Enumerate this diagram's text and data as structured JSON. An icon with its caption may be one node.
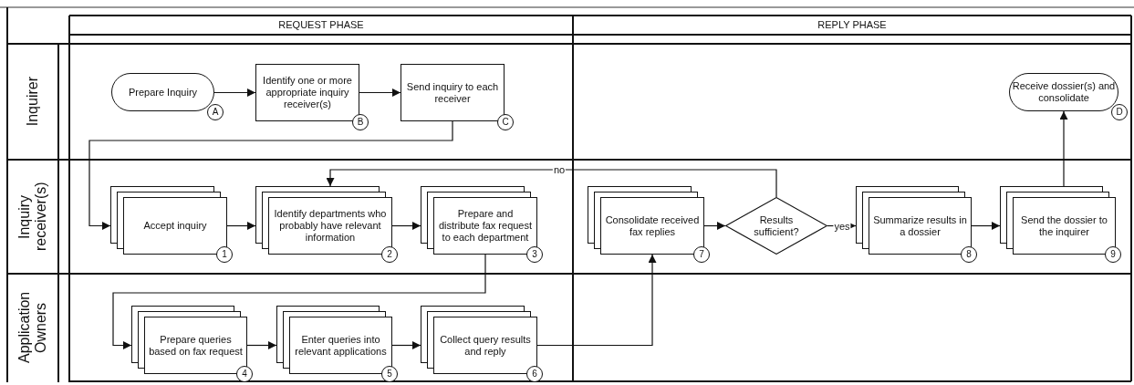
{
  "diagram": {
    "nodes": [
      {
        "text": [
          "REQUEST PHASE"
        ]
      },
      {
        "text": [
          "REPLY PHASE"
        ]
      },
      {
        "text": [
          "Inquirer"
        ]
      },
      {
        "text": [
          "Inquiry receiver(s)"
        ]
      },
      {
        "text": [
          "Application Owners"
        ]
      },
      {
        "text": [
          "Prepare Inquiry"
        ],
        "beside": [
          "A"
        ]
      },
      {
        "text": [
          "Identify one or more appropriate inquiry receiver(s)"
        ],
        "beside": [
          "B"
        ]
      },
      {
        "text": [
          "Send inquiry to each receiver"
        ],
        "beside": [
          "C"
        ]
      },
      {
        "text": [
          "Receive dossier(s) and consolidate"
        ],
        "beside": [
          "D"
        ]
      },
      {
        "text": [
          "Accept inquiry"
        ],
        "beside": [
          "1"
        ]
      },
      {
        "text": [
          "Identify departments who probably have relevant information"
        ],
        "beside": [
          "2"
        ]
      },
      {
        "text": [
          "Prepare and distribute fax request to each department"
        ],
        "beside": [
          "3"
        ]
      },
      {
        "text": [
          "Consolidate received fax replies"
        ],
        "beside": [
          "7"
        ]
      },
      {
        "text": [
          "Results sufficient?"
        ]
      },
      {
        "text": [
          "Summarize results in a dossier"
        ],
        "beside": [
          "8"
        ]
      },
      {
        "text": [
          "Send the dossier to the inquirer"
        ],
        "beside": [
          "9"
        ]
      },
      {
        "text": [
          "Prepare queries based on fax request"
        ],
        "beside": [
          "4"
        ]
      },
      {
        "text": [
          "Enter queries into relevant applications"
        ],
        "beside": [
          "5"
        ]
      },
      {
        "text": [
          "Collect query results and reply"
        ],
        "beside": [
          "6"
        ]
      }
    ],
    "edges": [
      {
        "from": 5,
        "to": 6,
        "arrow": "to"
      },
      {
        "from": 6,
        "to": 7,
        "arrow": "to"
      },
      {
        "from": 7,
        "to": 9,
        "arrow": "to"
      },
      {
        "from": 9,
        "to": 10,
        "arrow": "to"
      },
      {
        "from": 10,
        "to": 11,
        "arrow": "to"
      },
      {
        "from": 11,
        "to": 16,
        "arrow": "to"
      },
      {
        "from": 16,
        "to": 17,
        "arrow": "to"
      },
      {
        "from": 17,
        "to": 18,
        "arrow": "to"
      },
      {
        "from": 18,
        "to": 12,
        "arrow": "to"
      },
      {
        "from": 12,
        "to": 13,
        "arrow": "to"
      },
      {
        "from": 13,
        "to": 14,
        "arrow": "to",
        "label": "yes"
      },
      {
        "from": 13,
        "to": 10,
        "arrow": "to",
        "label": "no"
      },
      {
        "from": 14,
        "to": 15,
        "arrow": "to"
      },
      {
        "from": 15,
        "to": 8,
        "arrow": "to"
      }
    ]
  }
}
